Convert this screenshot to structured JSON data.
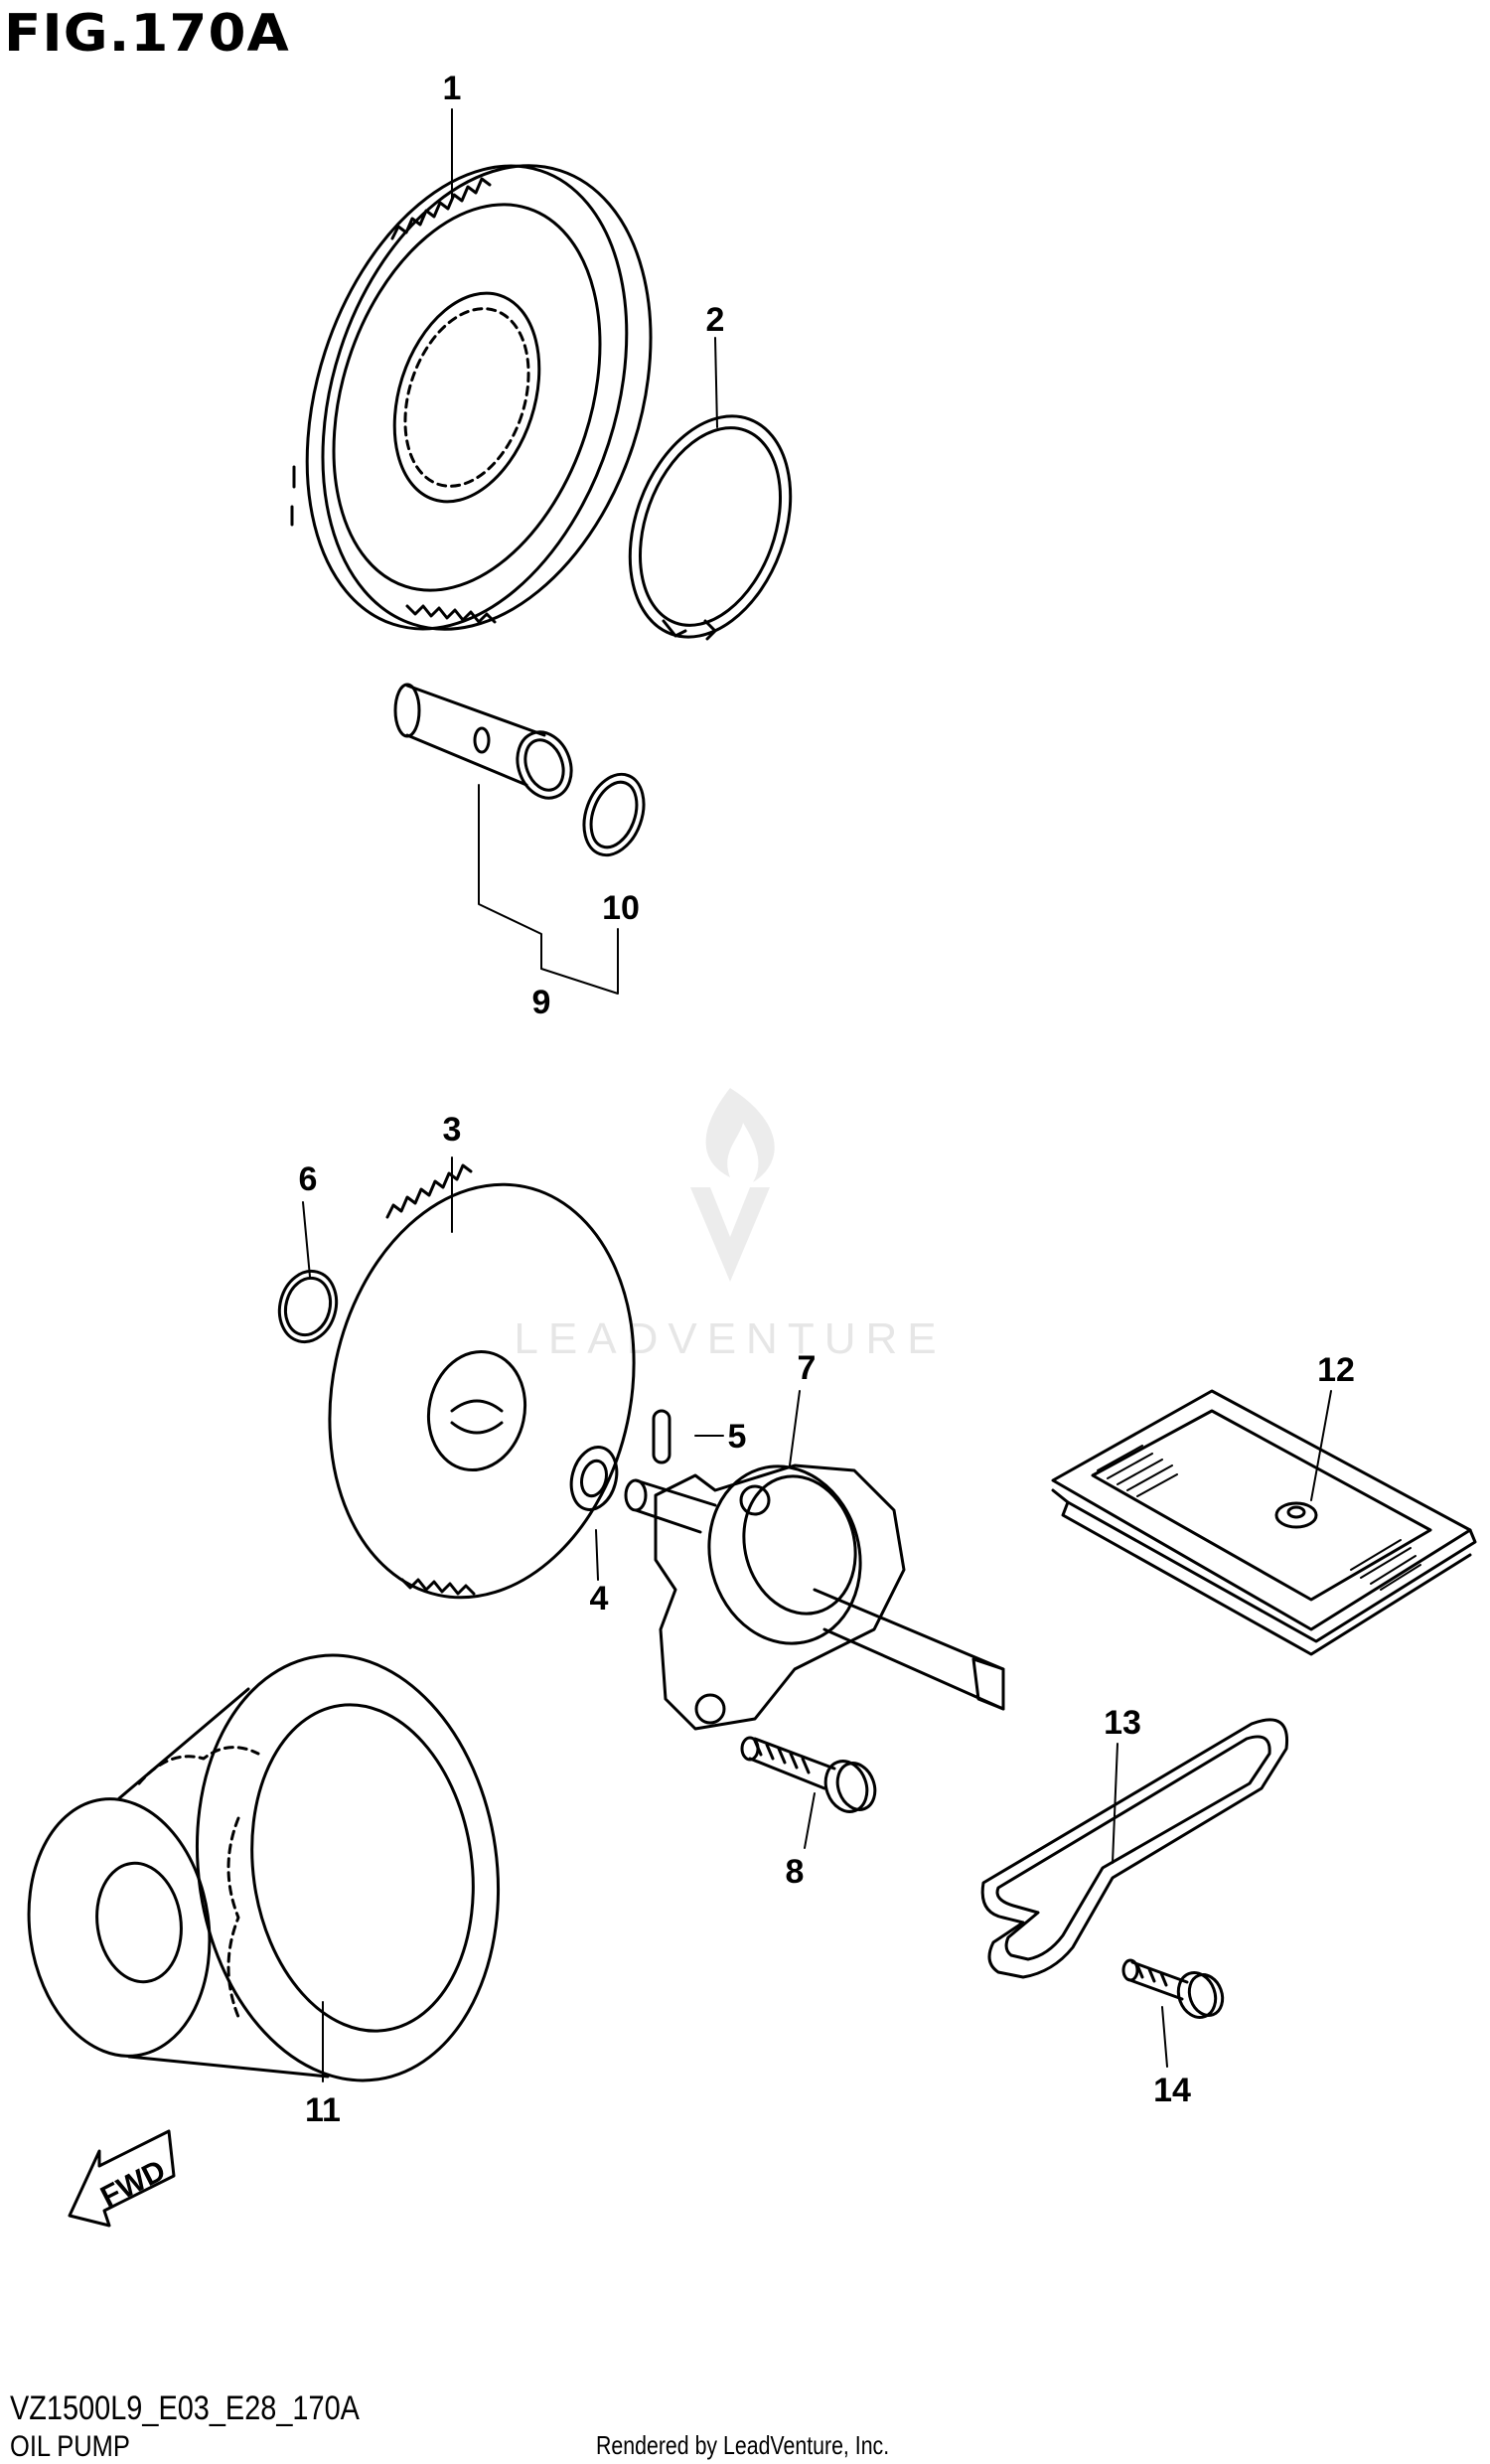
{
  "figure": {
    "title": "FIG.170A",
    "code": "VZ1500L9_E03_E28_170A",
    "name": "OIL PUMP"
  },
  "footer": {
    "rendered_by": "Rendered by LeadVenture, Inc."
  },
  "watermark": {
    "text": "LEADVENTURE"
  },
  "direction_arrow": {
    "label": "FWD"
  },
  "callouts": [
    "1",
    "2",
    "3",
    "4",
    "5",
    "6",
    "7",
    "8",
    "9",
    "10",
    "11",
    "12",
    "13",
    "14"
  ],
  "colors": {
    "line": "#000000",
    "watermark": "#e6e6e6",
    "background": "#ffffff"
  }
}
